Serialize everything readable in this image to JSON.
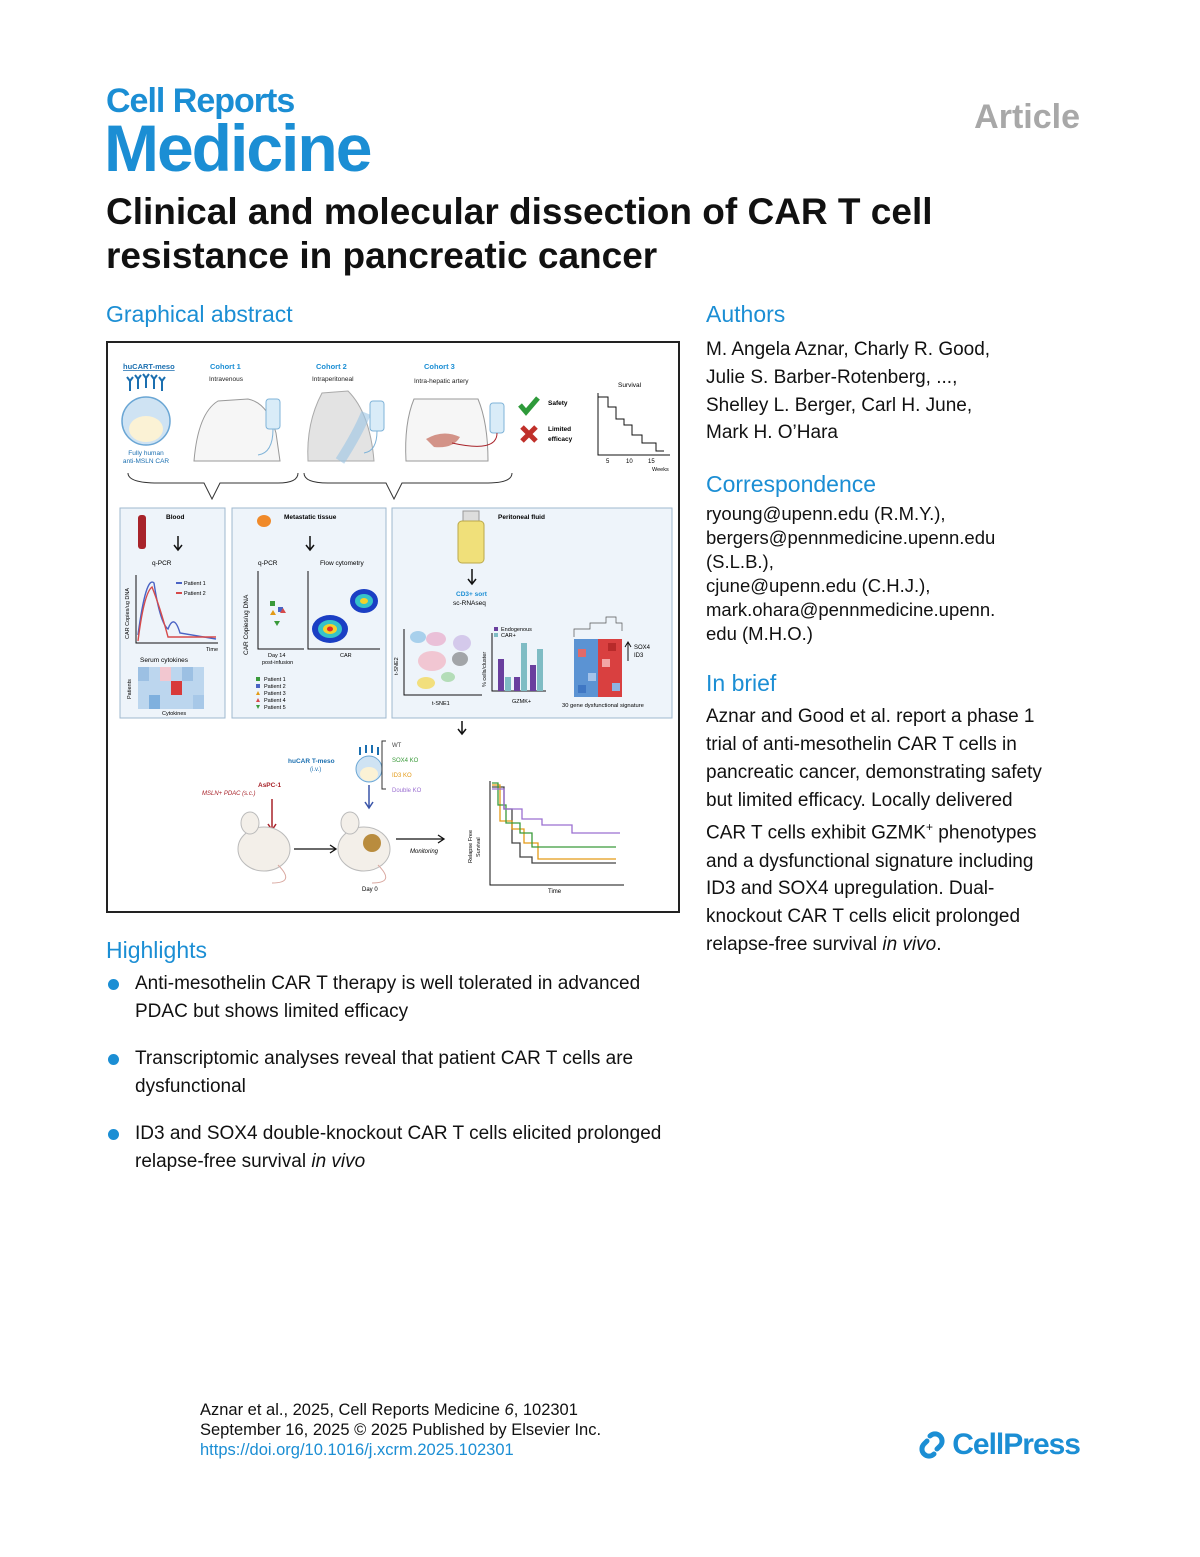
{
  "header": {
    "journal_line1": "Cell Reports",
    "journal_line2": "Medicine",
    "article_type": "Article"
  },
  "title": "Clinical and molecular dissection of CAR T cell resistance in pancreatic cancer",
  "graphical_abstract": {
    "heading": "Graphical abstract",
    "top": {
      "product_label": "huCART-meso",
      "product_caption_1": "Fully human",
      "product_caption_2": "anti-MSLN CAR",
      "cohorts": [
        {
          "name": "Cohort 1",
          "route": "Intravenous"
        },
        {
          "name": "Cohort 2",
          "route": "Intraperitoneal"
        },
        {
          "name": "Cohort 3",
          "route": "Intra-hepatic artery"
        }
      ],
      "safety_label": "Safety",
      "efficacy_label_1": "Limited",
      "efficacy_label_2": "efficacy",
      "survival_title": "Survival",
      "survival_ticks": [
        "5",
        "10",
        "15"
      ],
      "survival_xlabel": "Weeks"
    },
    "blood": {
      "title": "Blood",
      "method": "q-PCR",
      "ylabel": "CAR Copies/ug DNA",
      "xlabel": "Time",
      "legend": [
        "Patient 1",
        "Patient 2"
      ],
      "cytokine_title": "Serum cytokines",
      "cytokine_ylabel": "Patients",
      "cytokine_xlabel": "Cytokines"
    },
    "metastatic": {
      "title": "Metastatic tissue",
      "method_1": "q-PCR",
      "method_2": "Flow cytometry",
      "ylabel": "CAR Copies/ug DNA",
      "xlabel_1": "Day 14",
      "xlabel_2": "post-infusion",
      "flow_xlabel": "CAR",
      "legend": [
        "Patient 1",
        "Patient 2",
        "Patient 3",
        "Patient 4",
        "Patient 5"
      ]
    },
    "peritoneal": {
      "title": "Peritoneal fluid",
      "sort_label": "CD3+ sort",
      "method": "sc-RNAseq",
      "tsne_y": "t-SNE2",
      "tsne_x": "t-SNE1",
      "bar_ylabel": "% cells/cluster",
      "bar_legend": [
        "Endogenous",
        "CAR+"
      ],
      "bar_xlabel": "GZMK+",
      "genes": [
        "SOX4",
        "ID3"
      ],
      "signature": "30 gene dysfunctional signature"
    },
    "invivo": {
      "cell_label_1": "huCAR T-meso",
      "cell_label_2": "(i.v.)",
      "tumor_label_1": "AsPC-1",
      "tumor_label_2": "MSLN+ PDAC (s.c.)",
      "groups": [
        "WT",
        "SOX4 KO",
        "ID3 KO",
        "Double KO"
      ],
      "day_label": "Day 0",
      "monitoring_label": "Monitoring",
      "km_ylabel_1": "Relapse Free",
      "km_ylabel_2": "Survival",
      "km_xlabel": "Time"
    },
    "colors": {
      "accent": "#1b8ed4",
      "wt": "#444444",
      "sox4": "#3a9a3a",
      "id3": "#e39a16",
      "double": "#9b6fd1",
      "tumor_red": "#a8232a"
    }
  },
  "highlights": {
    "heading": "Highlights",
    "items": [
      {
        "text": "Anti-mesothelin CAR T therapy is well tolerated in advanced PDAC but shows limited efficacy"
      },
      {
        "text": "Transcriptomic analyses reveal that patient CAR T cells are dysfunctional"
      },
      {
        "text": "ID3 and SOX4 double-knockout CAR T cells elicited prolonged relapse-free survival",
        "em": "in vivo"
      }
    ]
  },
  "authors": {
    "heading": "Authors",
    "lines": [
      "M. Angela Aznar, Charly R. Good,",
      "Julie S. Barber-Rotenberg, ...,",
      "Shelley L. Berger, Carl H. June,",
      "Mark H. O’Hara"
    ]
  },
  "correspondence": {
    "heading": "Correspondence",
    "lines": [
      "ryoung@upenn.edu (R.M.Y.),",
      "bergers@pennmedicine.upenn.edu",
      "(S.L.B.),",
      "cjune@upenn.edu (C.H.J.),",
      "mark.ohara@pennmedicine.upenn.",
      "edu (M.H.O.)"
    ]
  },
  "in_brief": {
    "heading": "In brief",
    "lines": [
      "Aznar and Good et al. report a phase 1",
      "trial of anti-mesothelin CAR T cells in",
      "pancreatic cancer, demonstrating safety",
      "but limited efficacy. Locally delivered",
      "CAR T cells exhibit GZMK",
      "and a dysfunctional signature including",
      "ID3 and SOX4 upregulation. Dual-",
      "knockout CAR T cells elicit prolonged",
      "relapse-free survival"
    ],
    "line5_sup": "+",
    "line5_tail": " phenotypes",
    "line9_em": "in vivo",
    "line9_end": "."
  },
  "footer": {
    "citation_prefix": "Aznar et al., 2025, Cell Reports Medicine ",
    "volume": "6",
    "citation_suffix": ", 102301",
    "date_line": "September 16, 2025 © 2025 Published by Elsevier Inc.",
    "doi": "https://doi.org/10.1016/j.xcrm.2025.102301",
    "publisher": "CellPress"
  }
}
